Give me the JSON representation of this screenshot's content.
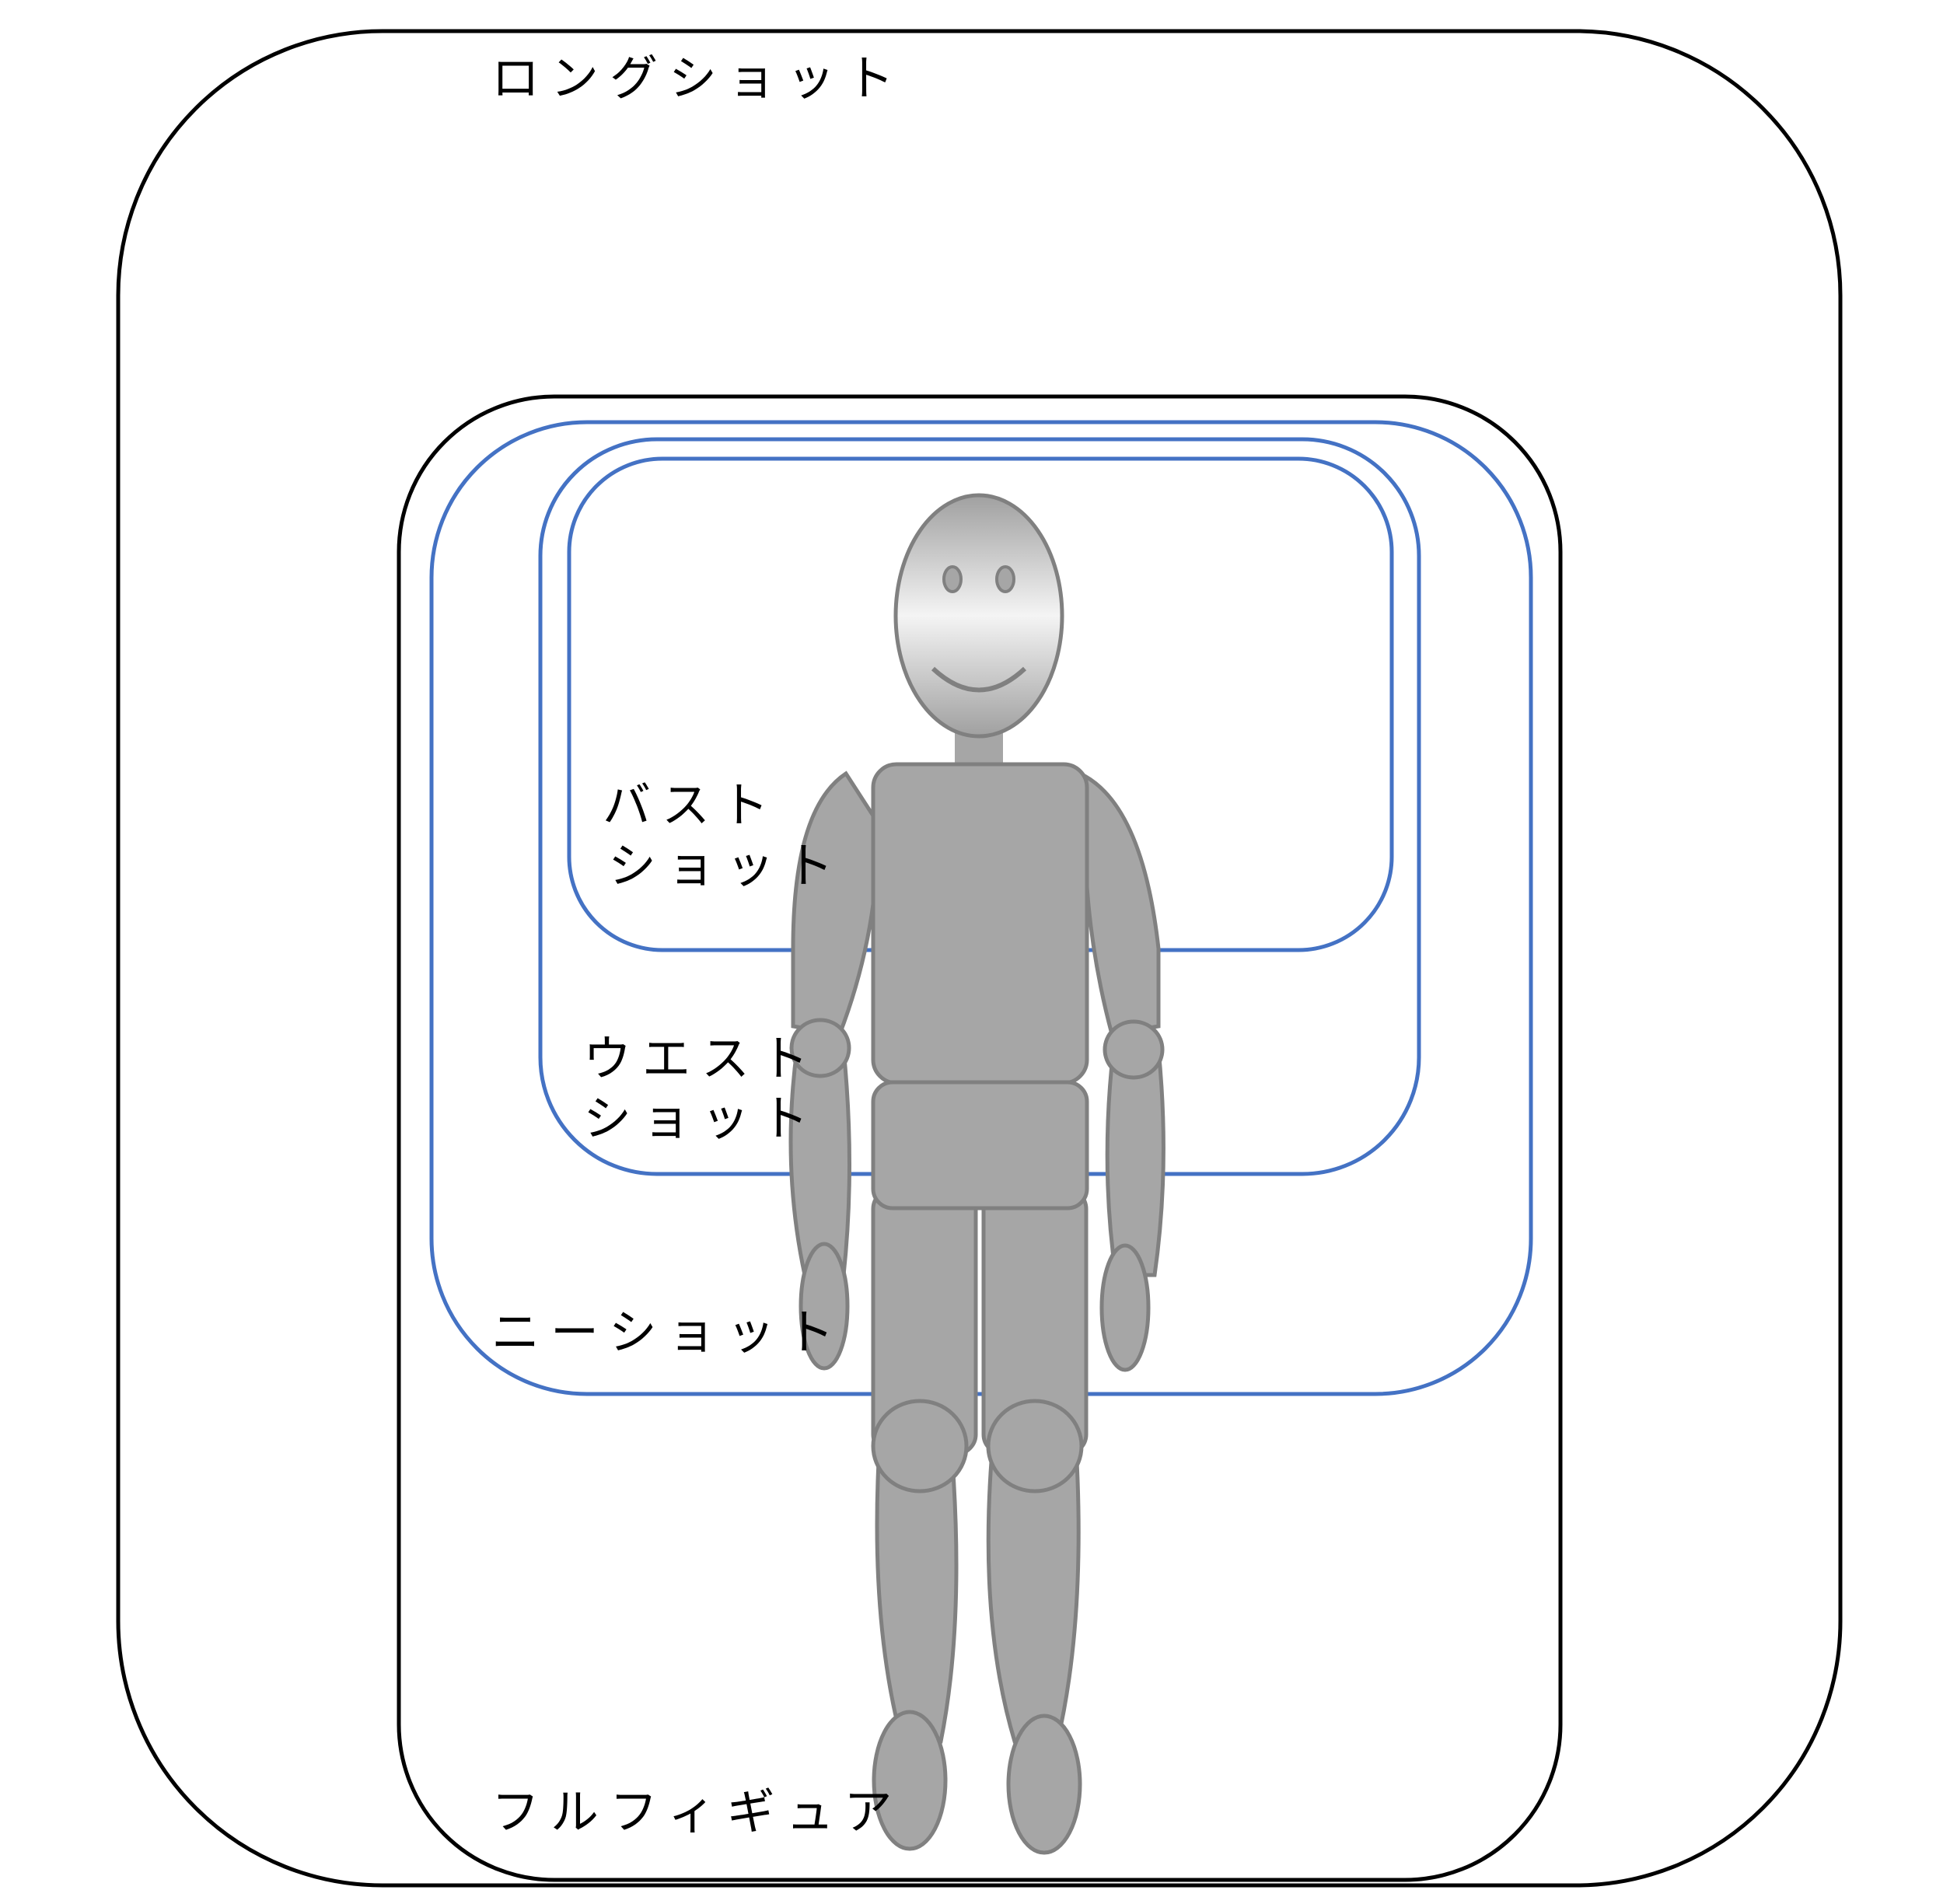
{
  "labels": {
    "long_shot": "ロングショット",
    "full_figure": "フルフィギュア",
    "knee_shot": "ニーショット",
    "waist_shot_line1": "ウエスト",
    "waist_shot_line2": "ショット",
    "bust_shot_line1": "バスト",
    "bust_shot_line2": "ショット"
  },
  "colors": {
    "outer_frames": "#000000",
    "inner_frames": "#4472c4",
    "figure_fill": "#a6a6a6",
    "figure_outline": "#808080"
  }
}
